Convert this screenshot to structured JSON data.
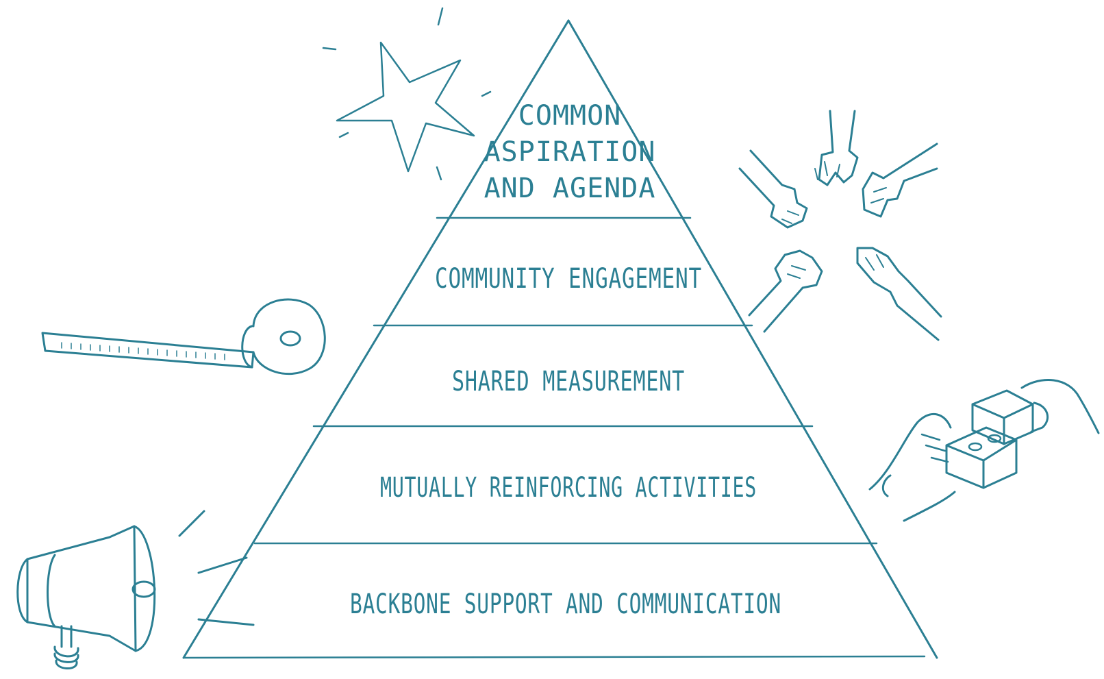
{
  "diagram": {
    "type": "pyramid",
    "accent_color": "#2b7f93",
    "background": "#ffffff",
    "tiers": [
      {
        "lines": [
          "COMMON",
          "ASPIRATION",
          "AND AGENDA"
        ]
      },
      {
        "lines": [
          "COMMUNITY ENGAGEMENT"
        ]
      },
      {
        "lines": [
          "SHARED MEASUREMENT"
        ]
      },
      {
        "lines": [
          "MUTUALLY REINFORCING ACTIVITIES"
        ]
      },
      {
        "lines": [
          "BACKBONE SUPPORT AND COMMUNICATION"
        ]
      }
    ],
    "illustrations": [
      {
        "icon": "star-icon"
      },
      {
        "icon": "joined-hands-icon"
      },
      {
        "icon": "tape-measure-icon"
      },
      {
        "icon": "building-blocks-hands-icon"
      },
      {
        "icon": "megaphone-icon"
      }
    ]
  }
}
